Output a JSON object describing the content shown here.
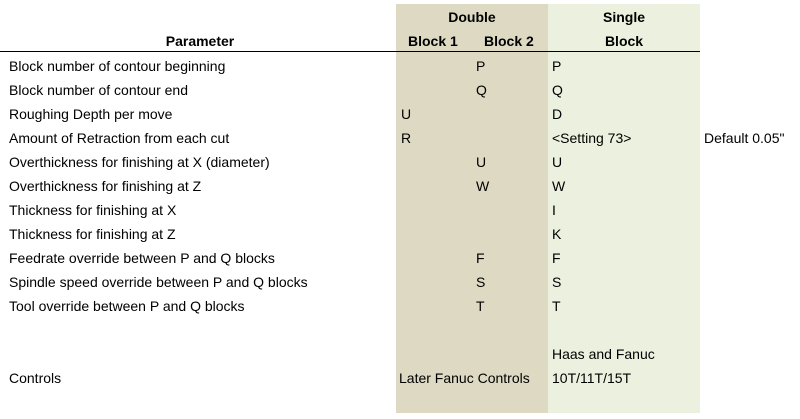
{
  "header": {
    "parameter": "Parameter",
    "double": "Double",
    "block1": "Block 1",
    "block2": "Block 2",
    "single": "Single",
    "block": "Block"
  },
  "rows": [
    {
      "param": "Block number of contour beginning",
      "b1": "",
      "b2": "P",
      "single": "P",
      "note": ""
    },
    {
      "param": "Block number of contour end",
      "b1": "",
      "b2": "Q",
      "single": "Q",
      "note": ""
    },
    {
      "param": "Roughing Depth per move",
      "b1": "U",
      "b2": "",
      "single": "D",
      "note": ""
    },
    {
      "param": "Amount of Retraction from each cut",
      "b1": "R",
      "b2": "",
      "single": "<Setting 73>",
      "note": "Default 0.05\""
    },
    {
      "param": "Overthickness for finishing at X (diameter)",
      "b1": "",
      "b2": "U",
      "single": "U",
      "note": ""
    },
    {
      "param": "Overthickness for finishing at Z",
      "b1": "",
      "b2": "W",
      "single": "W",
      "note": ""
    },
    {
      "param": "Thickness for finishing at X",
      "b1": "",
      "b2": "",
      "single": "I",
      "note": ""
    },
    {
      "param": "Thickness for finishing at Z",
      "b1": "",
      "b2": "",
      "single": "K",
      "note": ""
    },
    {
      "param": "Feedrate override between P and Q blocks",
      "b1": "",
      "b2": "F",
      "single": "F",
      "note": ""
    },
    {
      "param": "Spindle speed override between P and Q blocks",
      "b1": "",
      "b2": "S",
      "single": "S",
      "note": ""
    },
    {
      "param": "Tool override between P and Q blocks",
      "b1": "",
      "b2": "T",
      "single": "T",
      "note": ""
    }
  ],
  "controls": {
    "label": "Controls",
    "double": "Later Fanuc Controls",
    "single_line1": "Haas and Fanuc",
    "single_line2": "10T/11T/15T"
  }
}
